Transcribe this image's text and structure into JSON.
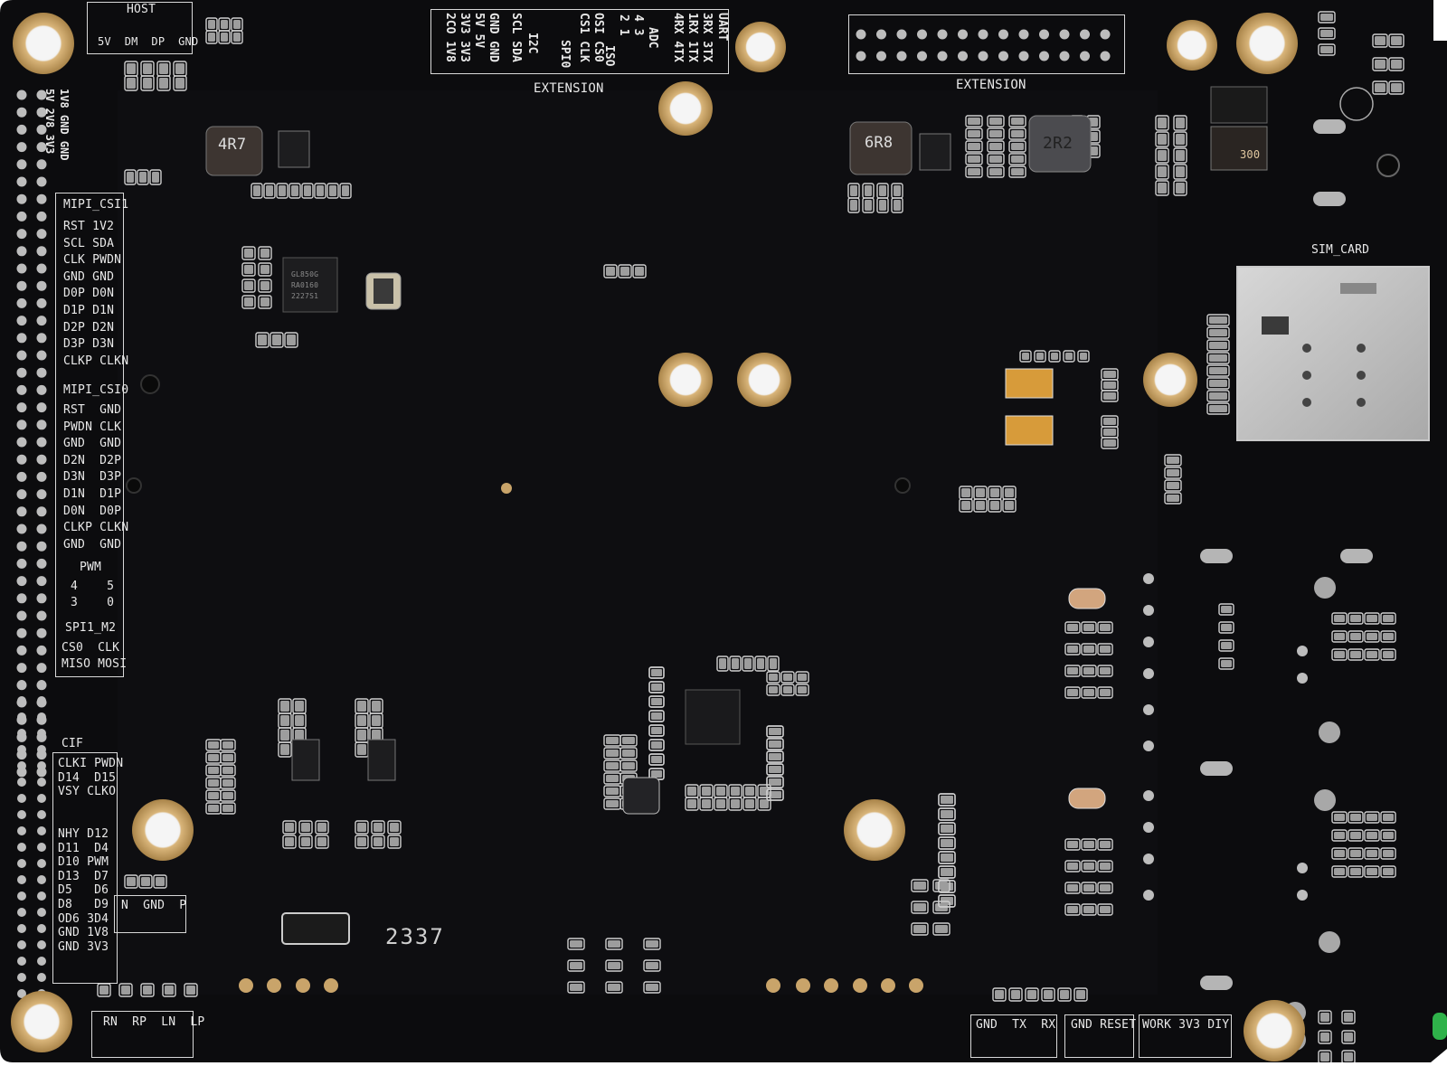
{
  "image": {
    "subject": "Single-board computer PCB, bottom side",
    "colors": {
      "pcb": "#0c0c0e",
      "gold": "#c9a46a",
      "silk": "#e9e9e9",
      "pad": "#b8b8b8",
      "led": "#2fb24a"
    }
  },
  "silkscreen": {
    "host": {
      "title": "HOST",
      "row": "5V  DM  DP  GND"
    },
    "left_power": [
      "5V 2V8 3V3",
      "1V8 GND GND"
    ],
    "uart": [
      "UART",
      "3RX 3TX",
      "1RX 1TX",
      "4RX 4TX"
    ],
    "adc": [
      "ADC",
      "4    3",
      "2    1",
      "ISO"
    ],
    "spi0": [
      "SPI0",
      "CS1 CLK",
      "OSI CS0"
    ],
    "i2c": [
      "I2C",
      "SCL SDA"
    ],
    "power_cols": [
      "GND GND",
      "5V  5V",
      "3V3 3V3",
      "2CO 1V8"
    ],
    "extension_top": "EXTENSION",
    "extension_right": "EXTENSION",
    "sim_card": "SIM_CARD",
    "mipi_csi1": {
      "title": "MIPI_CSI1",
      "rows": [
        "RST 1V2",
        "SCL SDA",
        "CLK PWDN",
        "GND GND",
        "D0P D0N",
        "D1P D1N",
        "D2P D2N",
        "D3P D3N",
        "CLKP CLKN"
      ]
    },
    "mipi_csi0": {
      "title": "MIPI_CSI0",
      "rows": [
        "RST  GND",
        "PWDN CLK",
        "GND  GND",
        "D2N  D2P",
        "D3N  D3P",
        "D1N  D1P",
        "D0N  D0P",
        "CLKP CLKN",
        "GND  GND"
      ]
    },
    "pwm": {
      "title": "PWM",
      "rows": [
        "4    5",
        "3    0"
      ]
    },
    "spi1_m2": {
      "title": "SPI1_M2",
      "rows": [
        "CS0  CLK",
        "MISO MOSI"
      ]
    },
    "cif": {
      "title": "CIF",
      "rows": [
        "CLKI PWDN",
        "D14  D15",
        "VSY CLKO",
        "",
        "",
        "NHY D12",
        "D11  D4",
        "D10 PWM",
        "D13  D7",
        "D5   D6",
        "D8   D9",
        "OD6 3D4",
        "GND 1V8",
        "GND 3V3"
      ]
    },
    "ngp": "N  GND  P",
    "bottom_left": "RN  RP  LN  LP",
    "debug": "GND  TX  RX",
    "reset": "GND RESET",
    "work": "WORK 3V3 DIY",
    "date_code": "2337",
    "inductors": [
      "4R7",
      "6R8",
      "2R2"
    ],
    "diode_marking": "300",
    "ic_marking": [
      "GL850G",
      "RA0160",
      "2227S1"
    ]
  }
}
